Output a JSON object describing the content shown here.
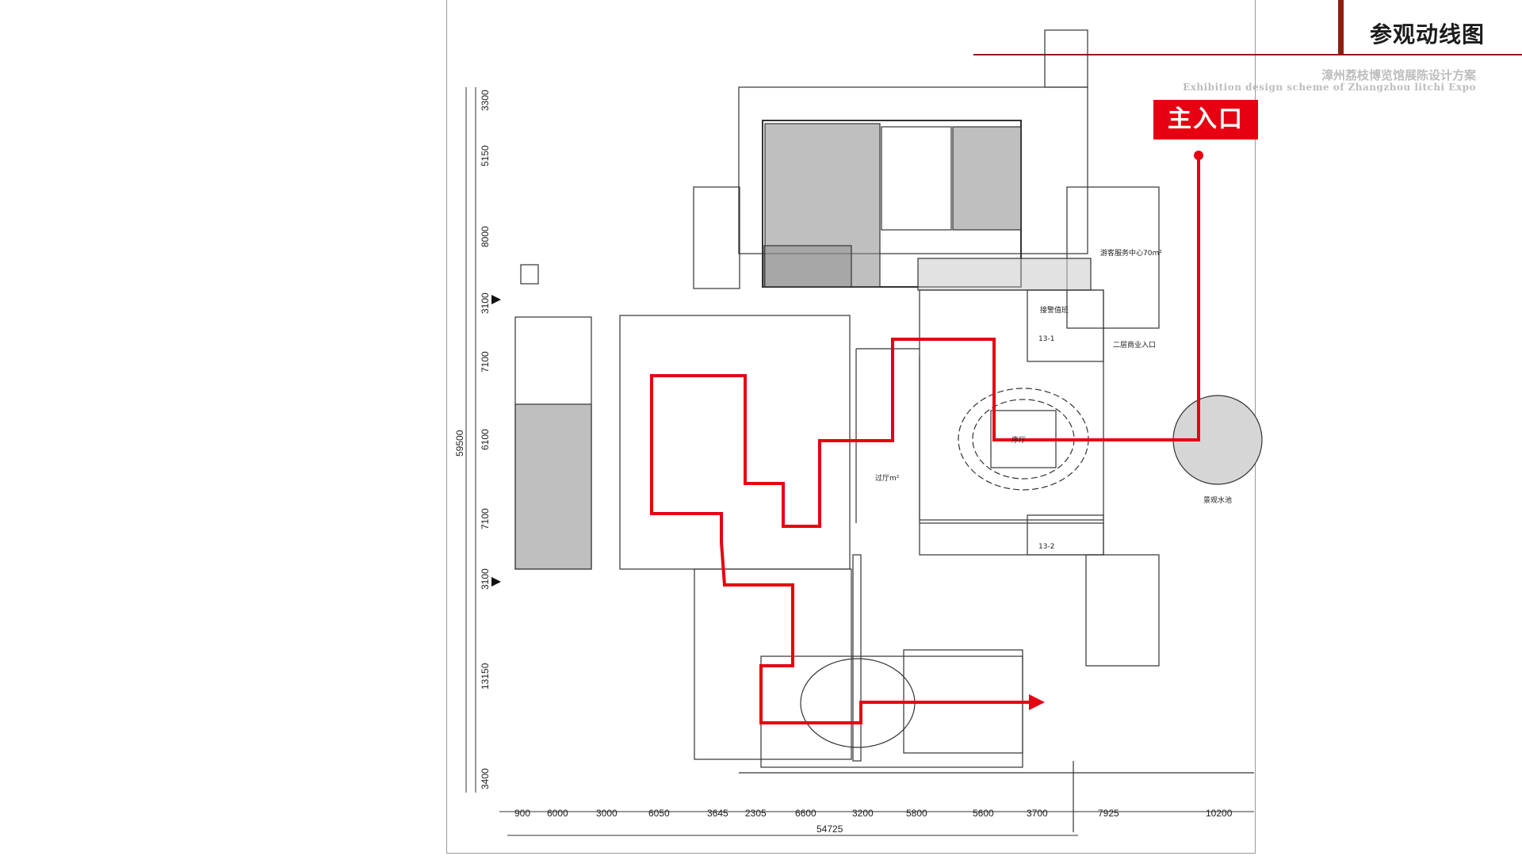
{
  "header": {
    "title": "参观动线图",
    "subtitle_cn": "漳州荔枝博览馆展陈设计方案",
    "subtitle_en": "Exhibition design scheme of Zhangzhou litchi Expo"
  },
  "plan": {
    "main_entrance": "主入口",
    "rooms": {
      "visitor_center": "游客服务中心70m²",
      "lobby": "序厅",
      "corridor": "过厅m²",
      "stair_second_floor": "二层商业入口",
      "garden": "景观水池",
      "room_1": "13-1",
      "room_2": "13-2",
      "office": "接警值班"
    },
    "bottom_dims": [
      "900",
      "6000",
      "3000",
      "6050",
      "3645",
      "2305",
      "6600",
      "3200",
      "5800",
      "5600",
      "3700",
      "7925",
      "10200"
    ],
    "bottom_total": "54725",
    "left_dims": [
      "3300",
      "5150",
      "8000",
      "3100",
      "7100",
      "6100",
      "7100",
      "3100",
      "13150",
      "3400"
    ],
    "left_total": "59500",
    "route_color": "#e60012"
  }
}
